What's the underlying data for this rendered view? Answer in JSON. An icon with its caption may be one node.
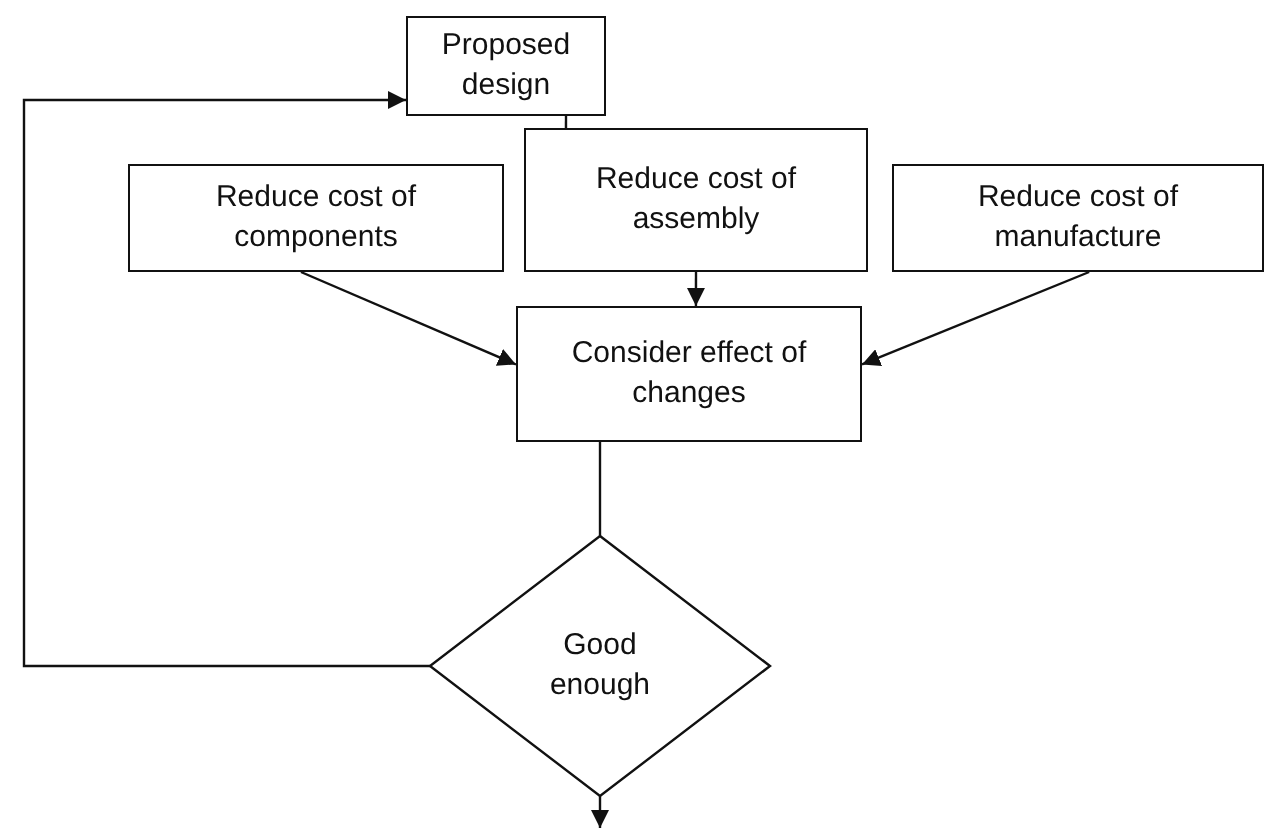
{
  "diagram": {
    "nodes": [
      {
        "text": [
          "Proposed design"
        ]
      },
      {
        "text": [
          "Reduce cost of components"
        ]
      },
      {
        "text": [
          "Reduce cost of assembly"
        ]
      },
      {
        "text": [
          "Reduce cost of manufacture"
        ]
      },
      {
        "text": [
          "Consider effect of changes"
        ]
      },
      {
        "text": [
          "Good enough"
        ]
      }
    ],
    "edges": [
      {
        "from": 0,
        "to": 2,
        "arrow": "none"
      },
      {
        "from": 1,
        "to": 4,
        "arrow": "to"
      },
      {
        "from": 2,
        "to": 4,
        "arrow": "to"
      },
      {
        "from": 3,
        "to": 4,
        "arrow": "to"
      },
      {
        "from": 4,
        "to": 5,
        "arrow": "none"
      },
      {
        "from": 5,
        "to": null,
        "arrow": "to"
      },
      {
        "from": 5,
        "to": 0,
        "arrow": "to"
      }
    ]
  }
}
